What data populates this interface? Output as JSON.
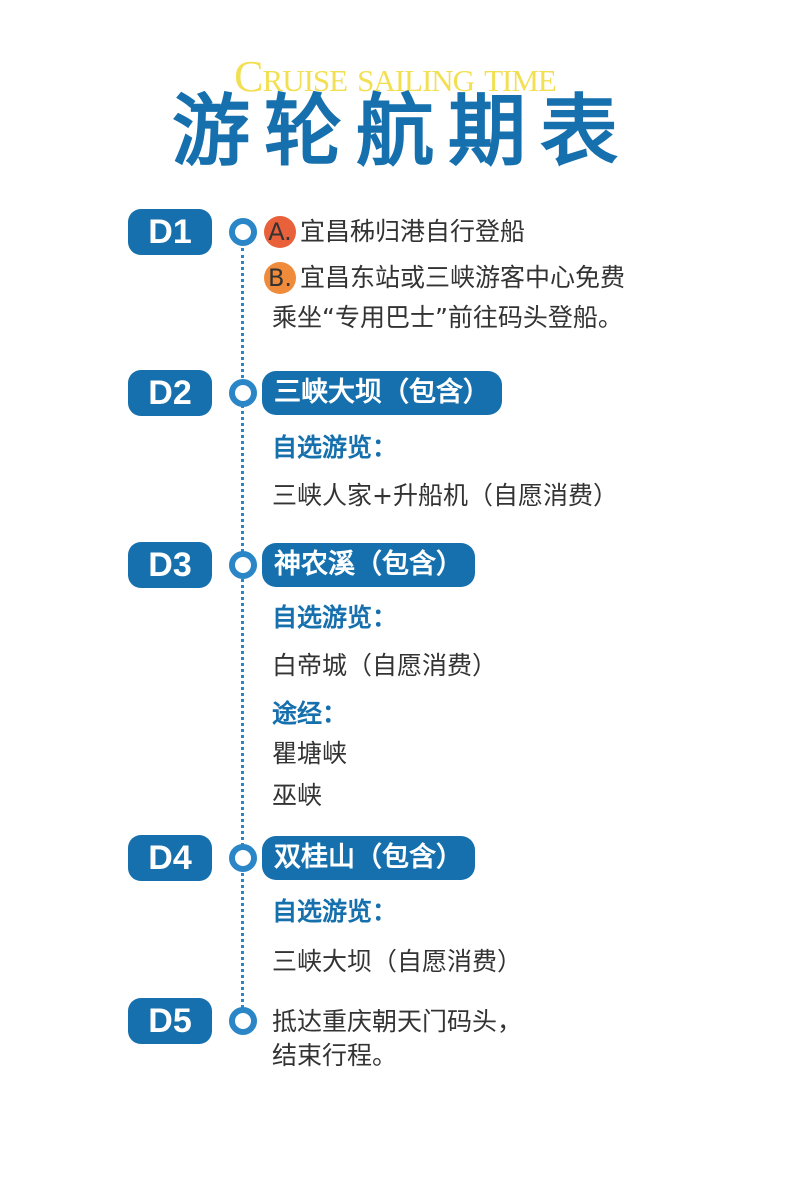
{
  "header": {
    "subtitle_en": "Cruise sailing time",
    "title": "游轮航期表"
  },
  "colors": {
    "primary": "#1670ad",
    "accent": "#f3df52",
    "option_a": "#e8613a",
    "option_b": "#ef8b3a"
  },
  "days": [
    {
      "label": "D1",
      "options": [
        {
          "marker": "A.",
          "text": "宜昌秭归港自行登船"
        },
        {
          "marker": "B.",
          "text": "宜昌东站或三峡游客中心免费",
          "text2": "乘坐“专用巴士”前往码头登船。"
        }
      ]
    },
    {
      "label": "D2",
      "highlight": "三峡大坝（包含）",
      "optional_heading": "自选游览：",
      "optional": "三峡人家+升船机（自愿消费）"
    },
    {
      "label": "D3",
      "highlight": "神农溪（包含）",
      "optional_heading": "自选游览：",
      "optional": "白帝城（自愿消费）",
      "via_heading": "途经：",
      "via": [
        "瞿塘峡",
        "巫峡"
      ]
    },
    {
      "label": "D4",
      "highlight": "双桂山（包含）",
      "optional_heading": "自选游览：",
      "optional": "三峡大坝（自愿消费）"
    },
    {
      "label": "D5",
      "text": "抵达重庆朝天门码头，",
      "text2": "结束行程。"
    }
  ]
}
